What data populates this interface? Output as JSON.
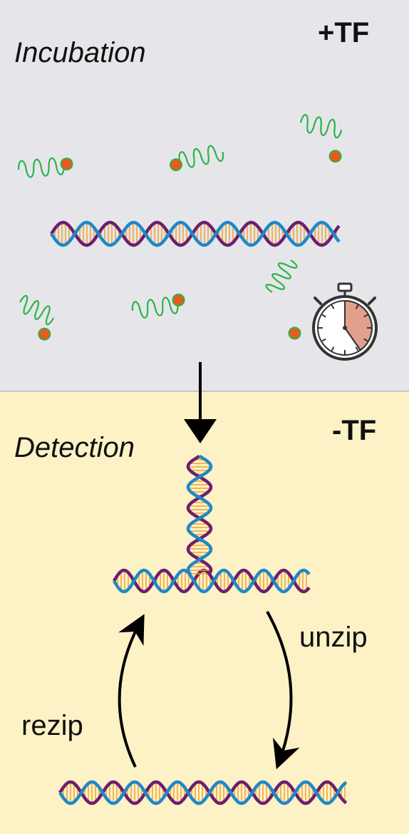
{
  "incubation": {
    "title": "Incubation",
    "condition": "+TF"
  },
  "detection": {
    "title": "Detection",
    "condition": "-TF"
  },
  "cycle": {
    "unzip_label": "unzip",
    "rezip_label": "rezip"
  },
  "colors": {
    "incubation_bg": "#e6e6ea",
    "detection_bg": "#fdf1c6",
    "strand_a": "#1e88c8",
    "strand_b": "#6b1f6e",
    "base_pairs": "#f0a030",
    "tf_protein": "#2bb34a",
    "tf_bead": "#ea5a1c",
    "timer_fill": "#e2a08c"
  },
  "icons": [
    "stopwatch-icon",
    "down-arrow-icon",
    "curved-arrow-icon"
  ]
}
